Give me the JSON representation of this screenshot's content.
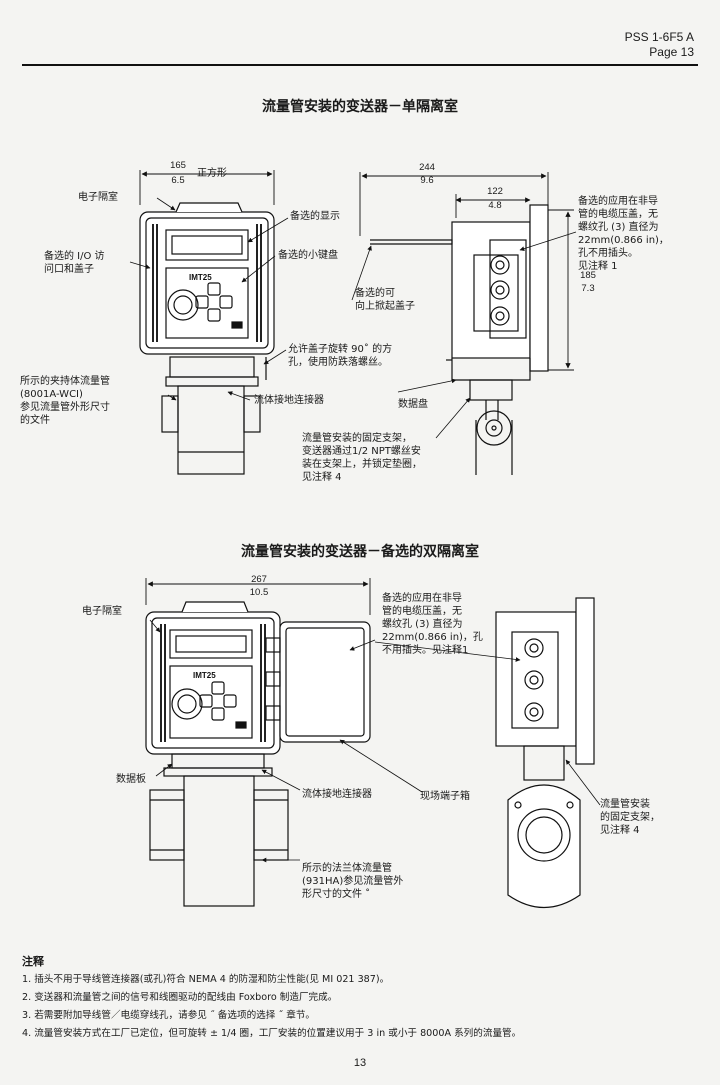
{
  "header": {
    "doc_id": "PSS 1-6F5 A",
    "page": "Page  13"
  },
  "fig1": {
    "title": "流量管安装的变送器－单隔离室",
    "dim_width_mm": "165",
    "dim_width_in": "6.5",
    "square_label": "正方形",
    "dim_depth_mm": "244",
    "dim_depth_in": "9.6",
    "dim_half_mm": "122",
    "dim_half_in": "4.8",
    "dim_height_mm": "185",
    "dim_height_in": "7.3",
    "display_tag": "IMT25",
    "labels": {
      "electronics_housing": "电子隔室",
      "optional_display": "备选的显示",
      "io_access": "备选的 I/O 访\n问口和盖子",
      "optional_keypad": "备选的小键盘",
      "hinged_cover": "备选的可\n向上掀起盖子",
      "rotate_cover": "允许盖子旋转 90˚ 的方\n孔，使用防跌落螺丝。",
      "wafer_tube": "所示的夹持体流量管\n(8001A-WCI)\n参见流量管外形尺寸\n的文件",
      "ground_connector": "流体接地连接器",
      "data_plate": "数据盘",
      "conduit_note": "备选的应用在非导\n管的电缆压盖，无\n螺纹孔 (3) 直径为\n22mm(0.866 in)，\n孔不用插头。\n见注释 1",
      "bracket_note": "流量管安装的固定支架，\n变送器通过1/2 NPT螺丝安\n装在支架上，并锁定垫圈，\n见注释 4"
    }
  },
  "fig2": {
    "title": "流量管安装的变送器－备选的双隔离室",
    "dim_width_mm": "267",
    "dim_width_in": "10.5",
    "display_tag": "IMT25",
    "labels": {
      "electronics_housing": "电子隔室",
      "conduit_note": "备选的应用在非导\n管的电缆压盖，无\n螺纹孔 (3) 直径为\n22mm(0.866 in)，孔\n不用插头。见注释1",
      "data_plate": "数据板",
      "ground_connector": "流体接地连接器",
      "field_terminal": "现场端子箱",
      "bracket_note": "流量管安装\n的固定支架，\n见注释 4",
      "flanged_tube": "所示的法兰体流量管\n(931HA)参见流量管外\n形尺寸的文件 ˚"
    }
  },
  "notes": {
    "heading": "注释",
    "items": [
      "1.  插头不用于导线管连接器(或孔)符合 NEMA 4 的防湿和防尘性能(见 MI 021 387)。",
      "2.  变送器和流量管之间的信号和线圈驱动的配线由 Foxboro 制造厂完成。",
      "3.  若需要附加导线管／电缆穿线孔，请参见 ˝ 备选项的选择 ˝ 章节。",
      "4.  流量管安装方式在工厂已定位，但可旋转 ± 1/4 圈，工厂安装的位置建议用于 3 in 或小于 8000A 系列的流量管。"
    ]
  },
  "footer": {
    "page_number": "13"
  }
}
